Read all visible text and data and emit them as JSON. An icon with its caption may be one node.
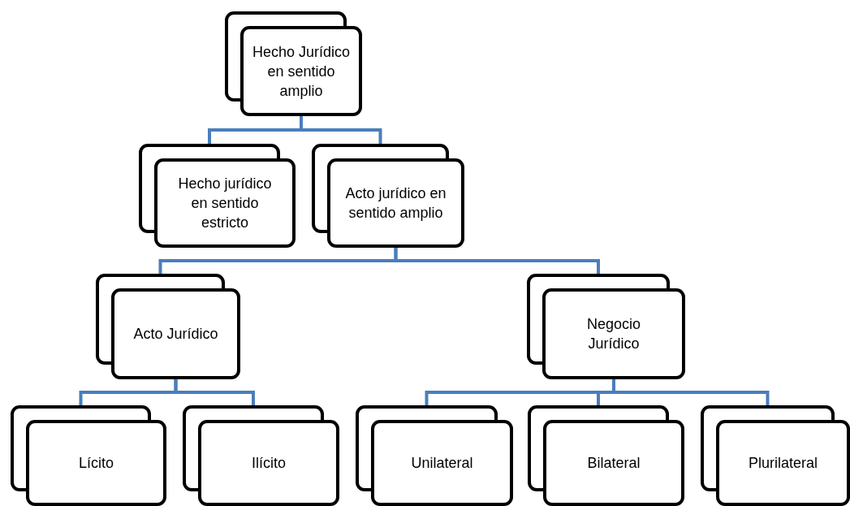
{
  "diagram": {
    "nodes": [
      {
        "text": [
          "Hecho Jurídico en sentido amplio"
        ]
      },
      {
        "text": [
          "Hecho jurídico en sentido estricto"
        ]
      },
      {
        "text": [
          "Acto jurídico en sentido amplio"
        ]
      },
      {
        "text": [
          "Acto Jurídico"
        ]
      },
      {
        "text": [
          "Negocio Jurídico"
        ]
      },
      {
        "text": [
          "Lícito"
        ]
      },
      {
        "text": [
          "Ilícito"
        ]
      },
      {
        "text": [
          "Unilateral"
        ]
      },
      {
        "text": [
          "Bilateral"
        ]
      },
      {
        "text": [
          "Plurilateral"
        ]
      }
    ],
    "edges": [
      {
        "from": 0,
        "to": 1,
        "arrow": "none"
      },
      {
        "from": 0,
        "to": 2,
        "arrow": "none"
      },
      {
        "from": 2,
        "to": 3,
        "arrow": "none"
      },
      {
        "from": 2,
        "to": 4,
        "arrow": "none"
      },
      {
        "from": 3,
        "to": 5,
        "arrow": "none"
      },
      {
        "from": 3,
        "to": 6,
        "arrow": "none"
      },
      {
        "from": 4,
        "to": 7,
        "arrow": "none"
      },
      {
        "from": 4,
        "to": 8,
        "arrow": "none"
      },
      {
        "from": 4,
        "to": 9,
        "arrow": "none"
      }
    ]
  }
}
